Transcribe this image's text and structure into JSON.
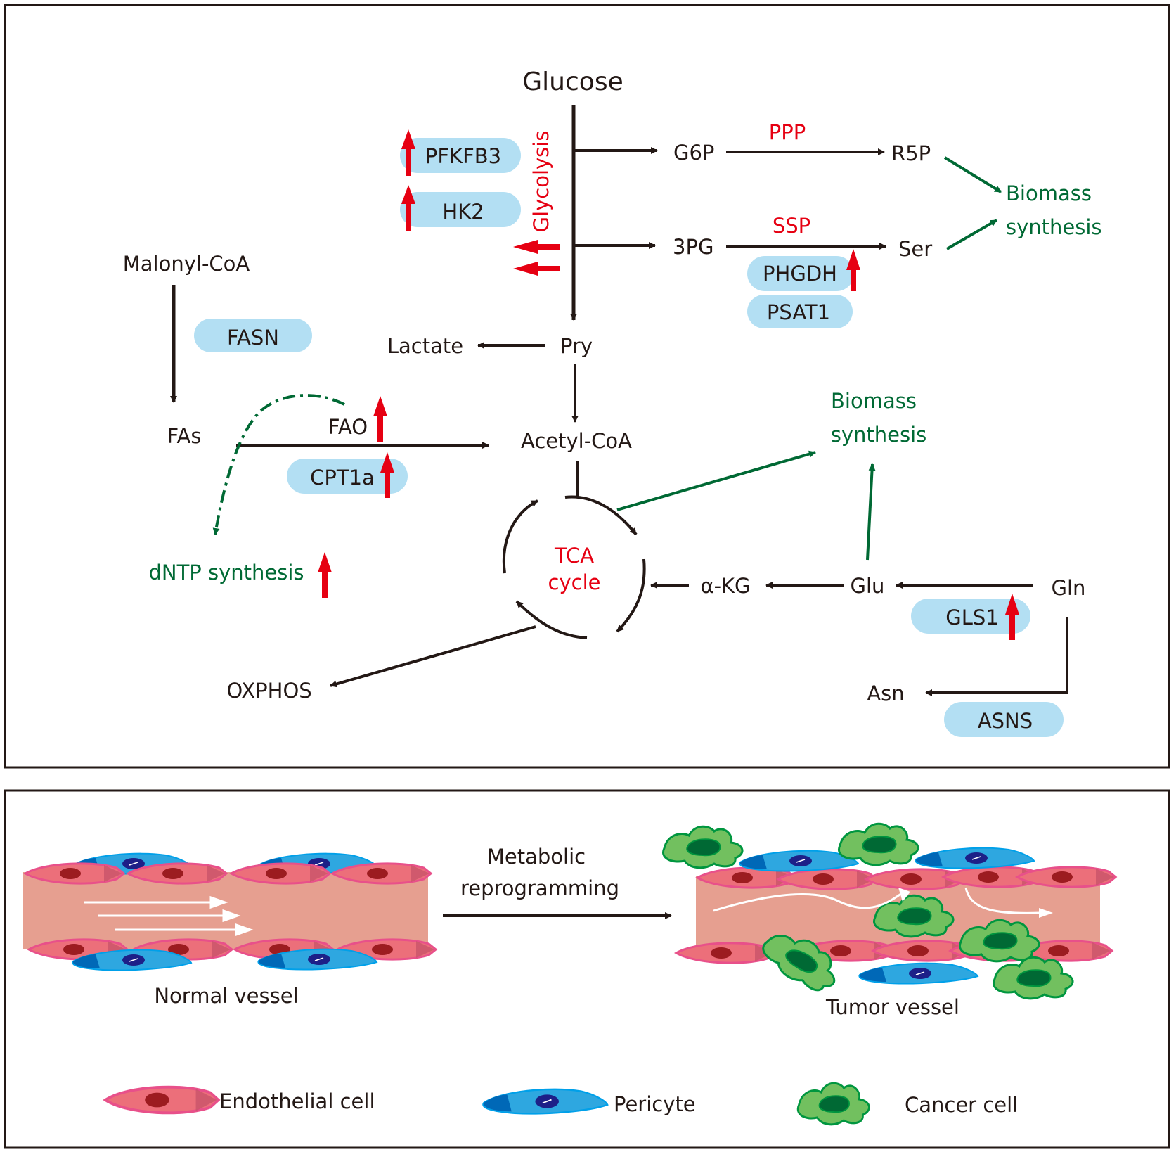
{
  "colors": {
    "ink": "#231815",
    "red": "#e60012",
    "green": "#006934",
    "enzyme_fill": "#b3dff3",
    "vessel_fill": "#e69f90",
    "endothelial": "#ec6f7a",
    "endothelial_edge": "#e8508a",
    "endothelial_nucleus": "#9c1c20",
    "pericyte": "#2ea7e0",
    "pericyte_dark": "#0068b7",
    "pericyte_nucleus": "#1d2088",
    "cancer": "#72c05f",
    "cancer_edge": "#00963f",
    "cancer_nucleus": "#006934"
  },
  "top_panel": {
    "metabolites": {
      "glucose": "Glucose",
      "g6p": "G6P",
      "r5p": "R5P",
      "pg3": "3PG",
      "ser": "Ser",
      "malonyl_coa": "Malonyl-CoA",
      "lactate": "Lactate",
      "pry": "Pry",
      "fas": "FAs",
      "acetyl_coa": "Acetyl-CoA",
      "akg": "α-KG",
      "glu": "Glu",
      "gln": "Gln",
      "asn": "Asn",
      "oxphos": "OXPHOS"
    },
    "pathways": {
      "ppp": "PPP",
      "ssp": "SSP",
      "glycolysis": "Glycolysis",
      "fao": "FAO",
      "tca_line1": "TCA",
      "tca_line2": "cycle"
    },
    "enzymes": {
      "pfkfb3": "PFKFB3",
      "hk2": "HK2",
      "phgdh": "PHGDH",
      "psat1": "PSAT1",
      "fasn": "FASN",
      "cpt1a": "CPT1a",
      "gls1": "GLS1",
      "asns": "ASNS"
    },
    "outputs": {
      "biomass_top_line1": "Biomass",
      "biomass_top_line2": "synthesis",
      "biomass_mid_line1": "Biomass",
      "biomass_mid_line2": "synthesis",
      "dntp": "dNTP synthesis"
    }
  },
  "bottom_panel": {
    "normal_vessel": "Normal vessel",
    "tumor_vessel": "Tumor vessel",
    "transition_line1": "Metabolic",
    "transition_line2": "reprogramming",
    "legend": [
      {
        "label": "Endothelial cell",
        "icon": "endothelial-cell-icon"
      },
      {
        "label": "Pericyte",
        "icon": "pericyte-icon"
      },
      {
        "label": "Cancer cell",
        "icon": "cancer-cell-icon"
      }
    ]
  }
}
